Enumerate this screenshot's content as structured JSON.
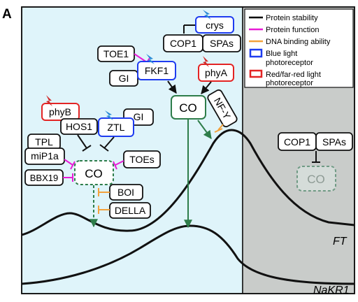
{
  "panel_label": "A",
  "legend": {
    "items": [
      {
        "text": "Protein stability",
        "color": "#000000",
        "kind": "line"
      },
      {
        "text": "Protein function",
        "color": "#e81cd6",
        "kind": "line"
      },
      {
        "text": "DNA binding ability",
        "color": "#f3a23c",
        "kind": "line"
      },
      {
        "text": "Blue light",
        "text2": "photoreceptor",
        "color": "#1e3cf0",
        "kind": "box"
      },
      {
        "text": "Red/far-red light",
        "text2": "photoreceptor",
        "color": "#e32424",
        "kind": "box"
      }
    ]
  },
  "nodes": {
    "crys": "crys",
    "cop1_top": "COP1",
    "spas_top": "SPAs",
    "toe1": "TOE1",
    "fkf1": "FKF1",
    "gi_fkf1": "GI",
    "phya": "phyA",
    "co_center": "CO",
    "nfy": "NF-Y",
    "phyb": "phyB",
    "hos1": "HOS1",
    "ztl": "ZTL",
    "gi_ztl": "GI",
    "tpl": "TPL",
    "mip1a": "miP1a",
    "bbx19": "BBX19",
    "co_left": "CO",
    "toes": "TOEs",
    "boi": "BOI",
    "della": "DELLA",
    "cop1_right": "COP1",
    "spas_right": "SPAs",
    "co_right": "CO"
  },
  "curves": {
    "ft": "FT",
    "nakr1": "NaKR1"
  },
  "colors": {
    "day_bg": "#dff4fa",
    "night_bg": "#c9ccca",
    "co_green": "#2e7d4a",
    "blue": "#1e3cf0",
    "red": "#e32424",
    "magenta": "#e81cd6",
    "orange": "#f3a23c"
  }
}
